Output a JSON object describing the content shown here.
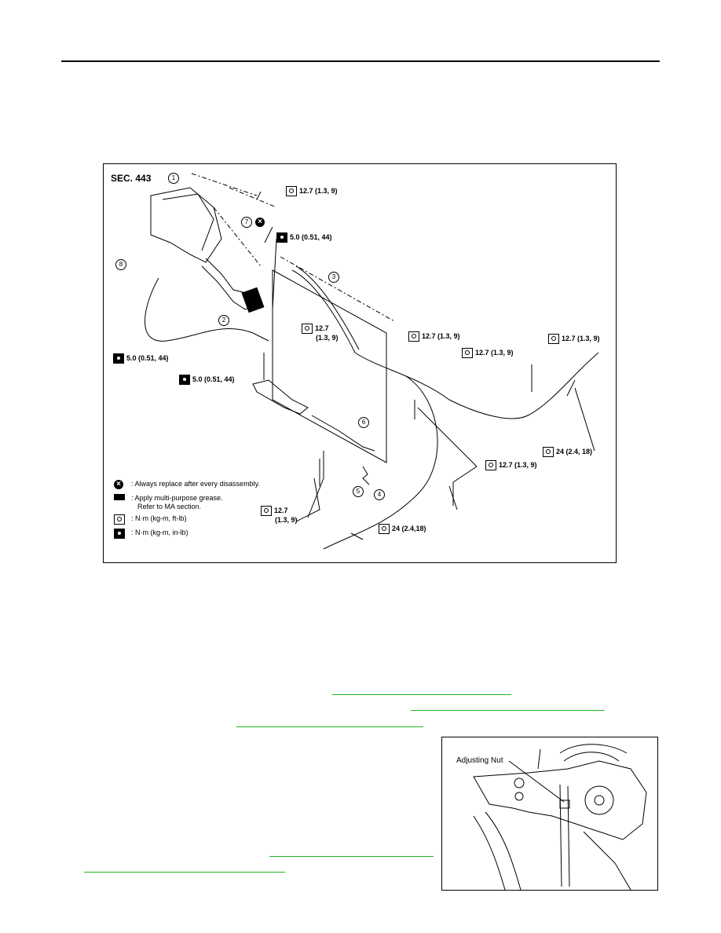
{
  "diagram": {
    "section": "SEC. 443",
    "callouts": {
      "c1": "1",
      "c2": "2",
      "c3": "3",
      "c4": "4",
      "c5": "5",
      "c6": "6",
      "c7": "7",
      "c8": "8"
    },
    "torques": {
      "t_top": "12.7 (1.3, 9)",
      "t_c7": "5.0 (0.51, 44)",
      "t_mid_a": "12.7",
      "t_mid_b": "(1.3, 9)",
      "t_center": "12.7 (1.3, 9)",
      "t_center2": "12.7 (1.3, 9)",
      "t_right": "12.7 (1.3, 9)",
      "t_left1": "5.0 (0.51, 44)",
      "t_left2": "5.0 (0.51, 44)",
      "t_r24": "24 (2.4, 18)",
      "t_lower": "12.7 (1.3, 9)",
      "t_bot_a": "12.7",
      "t_bot_b": "(1.3, 9)",
      "t_b24": "24 (2.4,18)"
    },
    "legend": {
      "replace": ": Always replace after every disassembly.",
      "grease_1": ": Apply multi-purpose grease.",
      "grease_2": "Refer to MA section.",
      "nm_ft": ": N·m (kg-m, ft-lb)",
      "nm_in": ": N·m (kg-m, in-lb)"
    }
  },
  "figure2": {
    "label": "Adjusting Nut"
  },
  "colors": {
    "link": "#1fb41f"
  }
}
